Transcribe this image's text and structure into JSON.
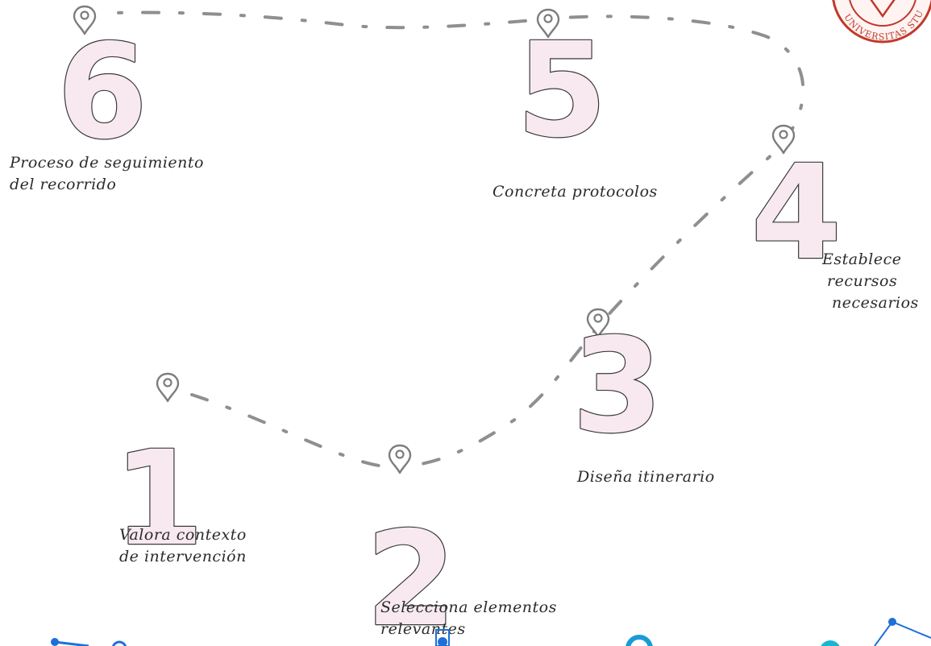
{
  "steps": [
    {
      "number": "1",
      "label_lines": [
        "Valora contexto",
        "de intervención"
      ]
    },
    {
      "number": "2",
      "label_lines": [
        "Selecciona elementos",
        "relevantes"
      ]
    },
    {
      "number": "3",
      "label_lines": [
        "Diseña itinerario"
      ]
    },
    {
      "number": "4",
      "label_lines": [
        "Establece",
        "recursos",
        "necesarios"
      ]
    },
    {
      "number": "5",
      "label_lines": [
        "Concreta protocolos"
      ]
    },
    {
      "number": "6",
      "label_lines": [
        "Proceso de seguimiento",
        "del recorrido"
      ]
    }
  ],
  "seal_text": "UNIVERSITAS STUDIORUM",
  "colors": {
    "number_fill": "#f8e9f1",
    "number_stroke": "#3a3a3a",
    "path": "#8f8f8f",
    "pin": "#7d7d7d",
    "seal": "#c0392b",
    "deco_blue": "#1e6fd9"
  }
}
